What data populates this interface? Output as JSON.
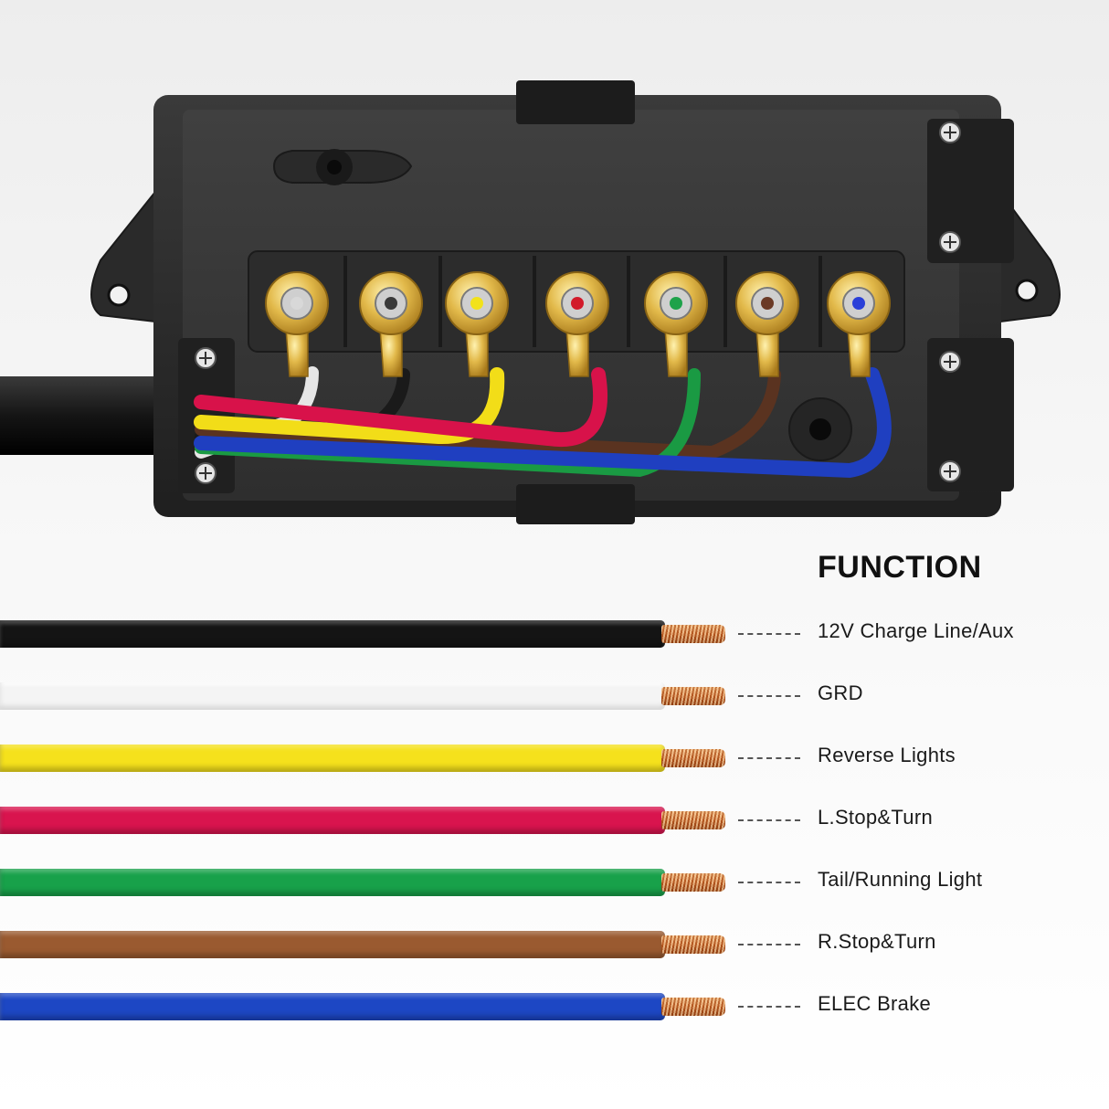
{
  "function_title": "FUNCTION",
  "functions": [
    {
      "label": "12V Charge Line/Aux",
      "color": "#141414"
    },
    {
      "label": "GRD",
      "color": "#f4f4f4"
    },
    {
      "label": "Reverse Lights",
      "color": "#f5e11c"
    },
    {
      "label": "L.Stop&Turn",
      "color": "#d9144e"
    },
    {
      "label": "Tail/Running Light",
      "color": "#18a14a"
    },
    {
      "label": "R.Stop&Turn",
      "color": "#9a5a30"
    },
    {
      "label": "ELEC Brake",
      "color": "#1d47c4"
    }
  ],
  "terminal_dot_colors": [
    "#d8d8d8",
    "#3a3a3a",
    "#f2e21a",
    "#d21a2a",
    "#1ea24a",
    "#6b3a26",
    "#2a3fd8"
  ],
  "housing_color": "#2b2b2b",
  "cable_color": "#111111"
}
